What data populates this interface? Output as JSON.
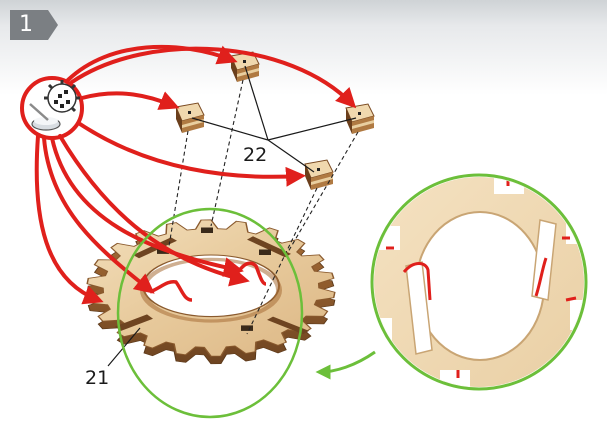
{
  "step": {
    "number": "1"
  },
  "labels": {
    "pegs": "22",
    "gear": "21"
  },
  "icons": {
    "part_icon": "gear-with-bowl-icon"
  },
  "colors": {
    "arrow": "#e0201c",
    "magnify_ring": "#6cbf3a",
    "wood_light": "#ead1a8",
    "wood_edge": "#8a5a2e",
    "leader": "#1a1a1a",
    "badge": "#777b7f"
  }
}
